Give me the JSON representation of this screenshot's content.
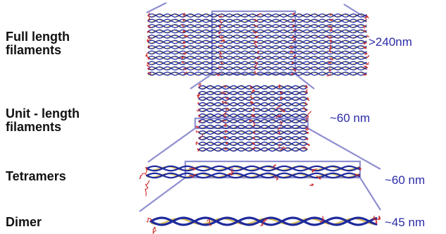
{
  "labels": {
    "full": "Full length filaments",
    "ulf": "Unit - length filaments",
    "tetramers": "Tetramers",
    "dimer": "Dimer"
  },
  "measurements": {
    "full": ">240nm",
    "ulf": "~60 nm",
    "tetramers": "~60 nm",
    "dimer": "~45 nm"
  },
  "colors": {
    "coil": "#1e2a9c",
    "linker": "#d8b84a",
    "head": "#cc2a2a",
    "frame": "#8f8fd0",
    "measure_text": "#2b2ba8"
  }
}
